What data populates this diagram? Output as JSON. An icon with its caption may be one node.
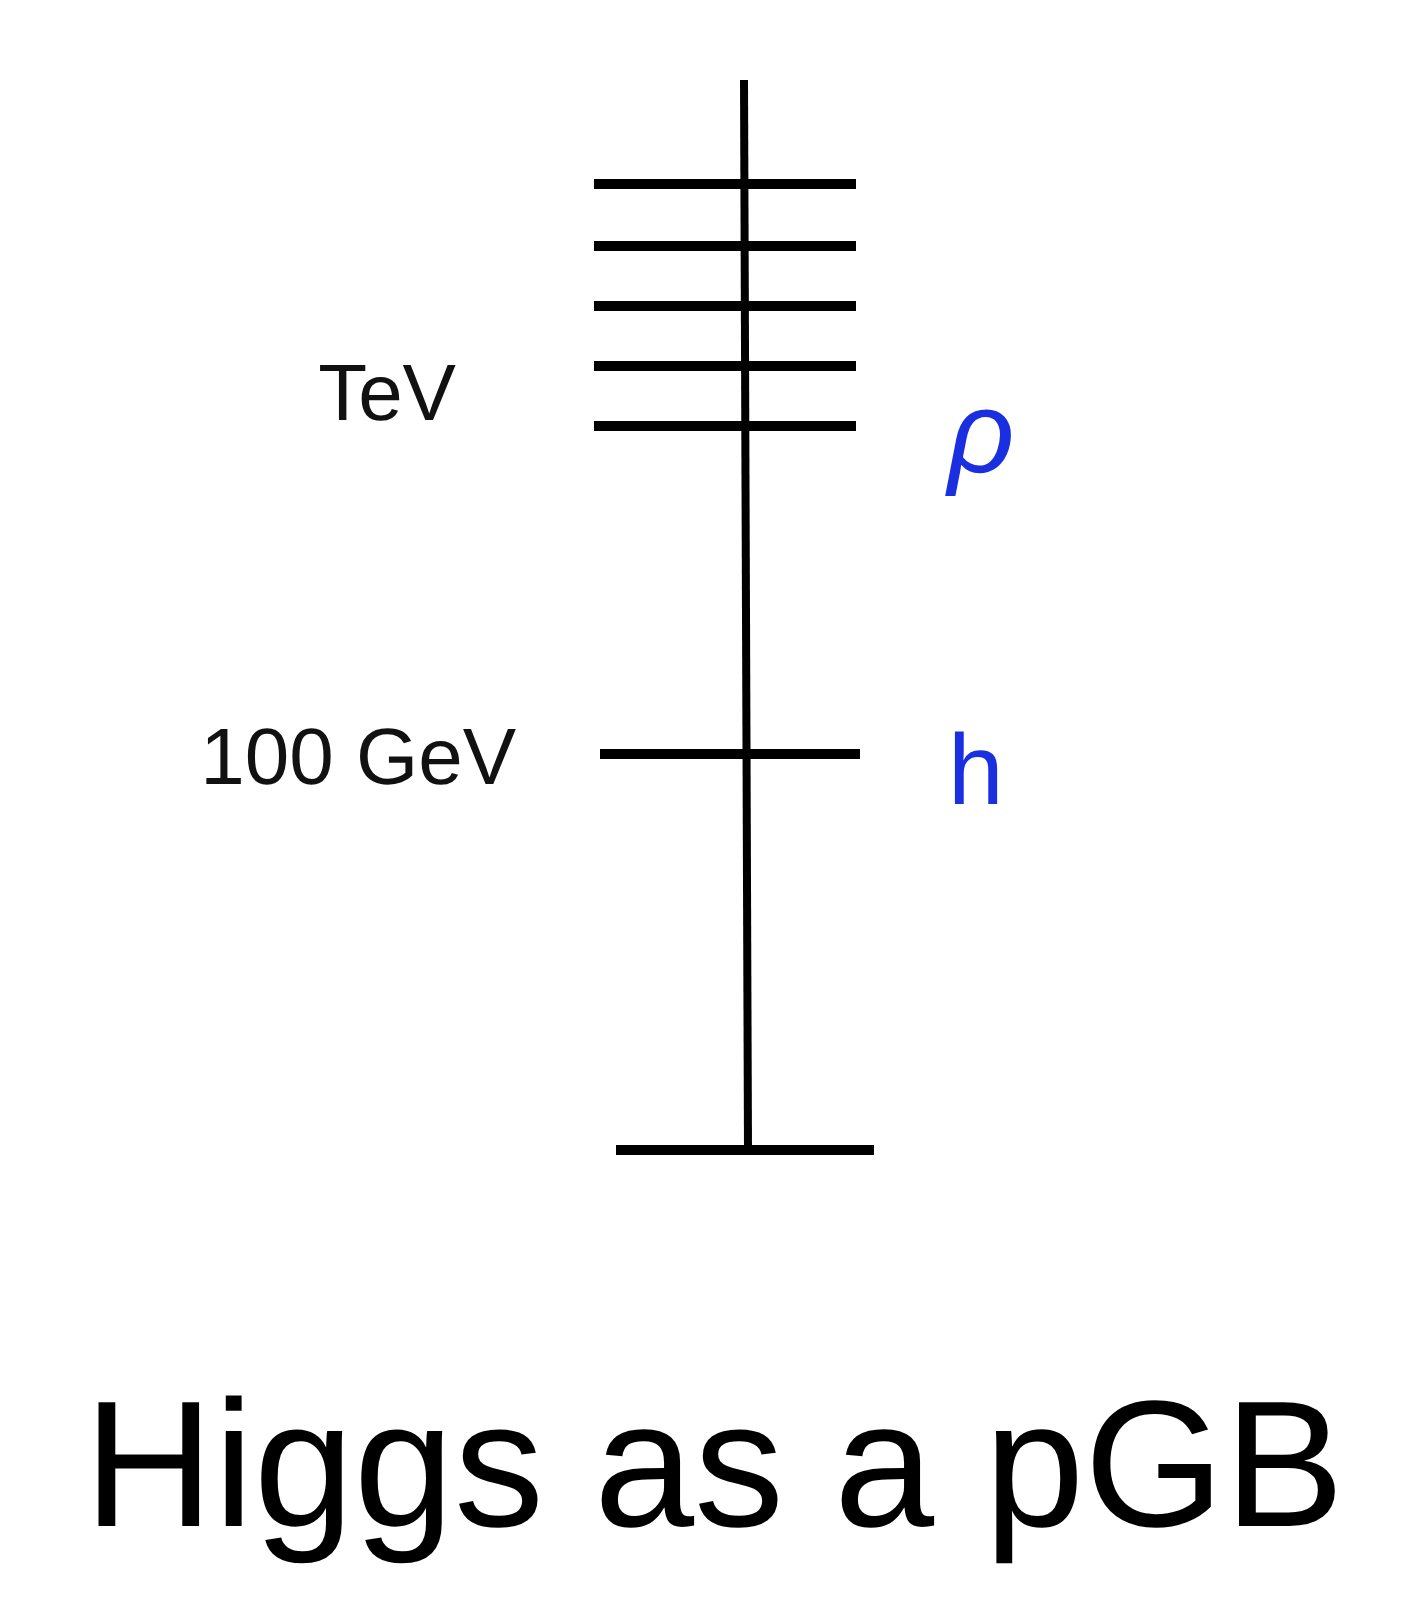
{
  "diagram": {
    "caption": "Higgs as a pGB",
    "labels": [
      "TeV",
      "ρ",
      "100 GeV",
      "h"
    ]
  }
}
